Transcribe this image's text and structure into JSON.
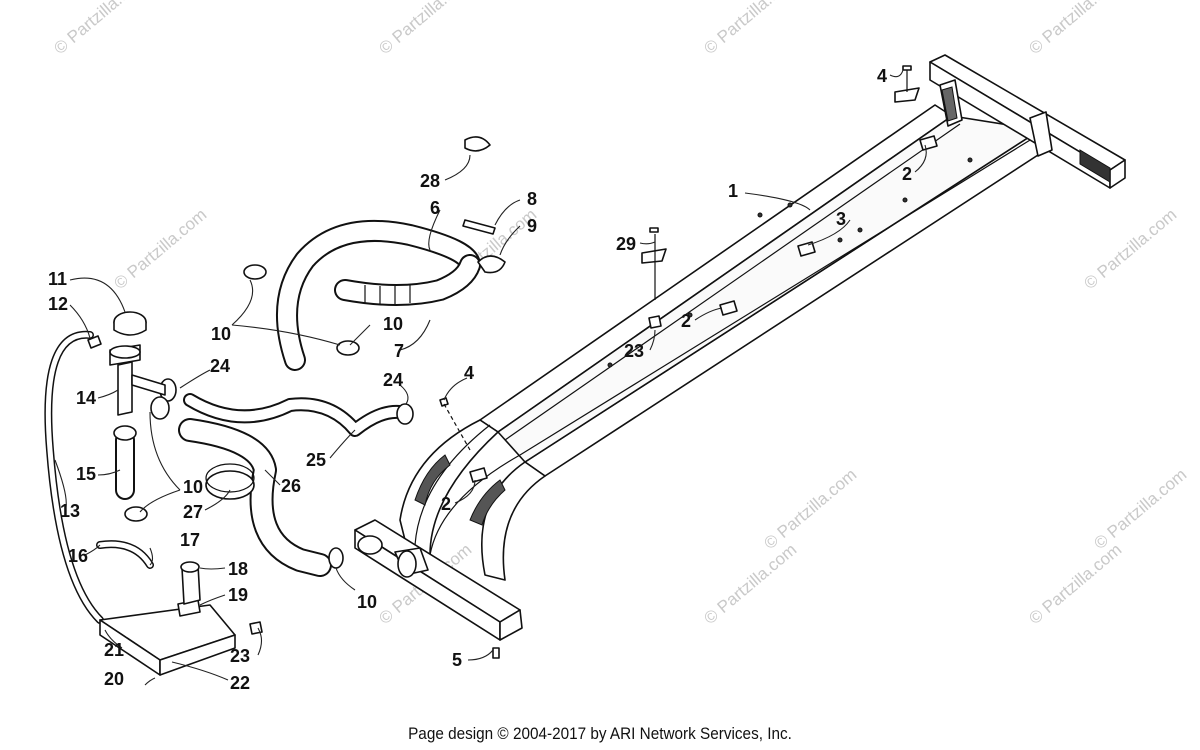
{
  "watermark_text": "© Partzilla.com",
  "footer": "Page design © 2004-2017 by ARI Network Services, Inc.",
  "callouts": [
    "1",
    "2",
    "3",
    "4",
    "5",
    "6",
    "7",
    "8",
    "9",
    "10",
    "11",
    "12",
    "13",
    "14",
    "15",
    "16",
    "17",
    "18",
    "19",
    "20",
    "21",
    "22",
    "23",
    "24",
    "25",
    "26",
    "27",
    "28",
    "29"
  ]
}
